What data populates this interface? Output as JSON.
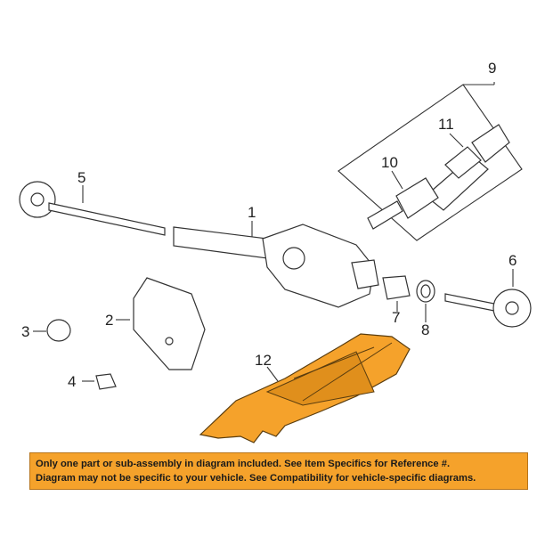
{
  "diagram": {
    "callouts": {
      "c1": "1",
      "c2": "2",
      "c3": "3",
      "c4": "4",
      "c5": "5",
      "c6": "6",
      "c7": "7",
      "c8": "8",
      "c9": "9",
      "c10": "10",
      "c11": "11",
      "c12": "12"
    },
    "highlight_part": "12",
    "colors": {
      "highlight": "#f5a22b",
      "outline": "#333333",
      "banner_bg": "#f5a22b"
    }
  },
  "disclaimer": {
    "line1": "Only one part or sub-assembly in diagram included. See Item Specifics for Reference #.",
    "line2": "Diagram may not be specific to your vehicle. See Compatibility for vehicle-specific diagrams."
  }
}
